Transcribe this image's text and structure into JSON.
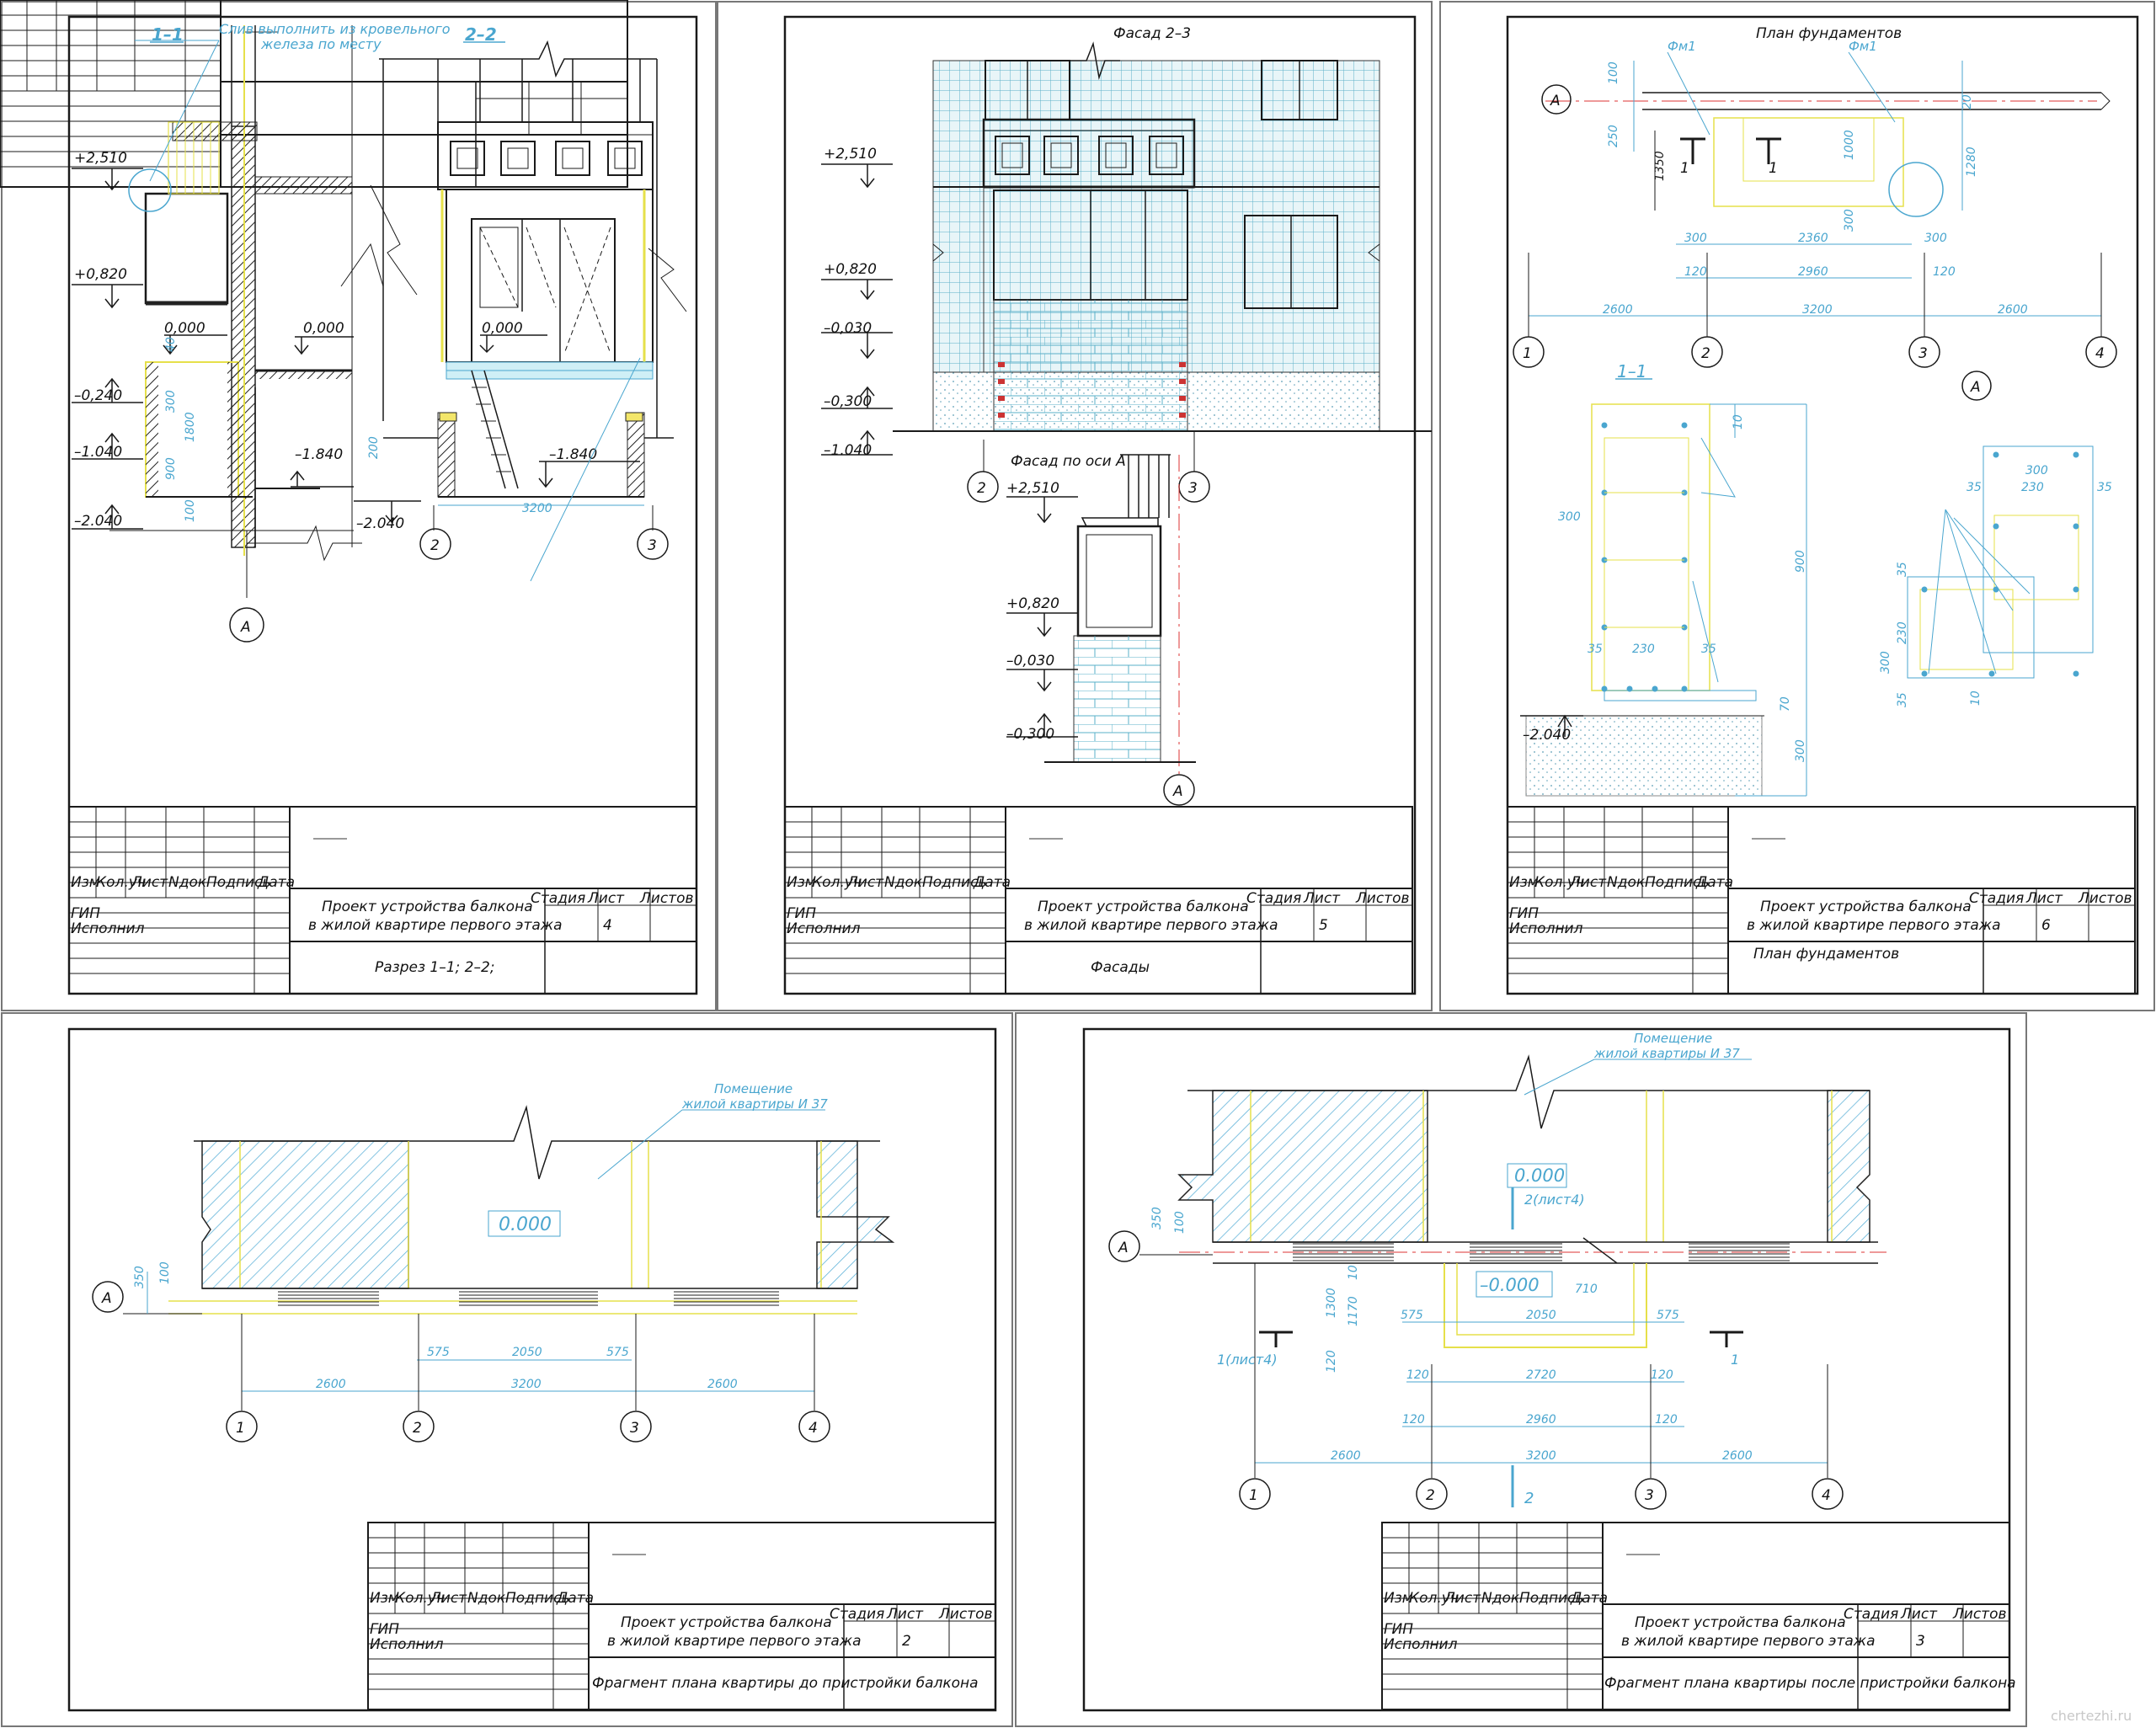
{
  "stamp": {
    "headers": [
      "Изм",
      "Кол.уч",
      "Лист",
      "Nдок",
      "Подпись",
      "Дата"
    ],
    "roles": [
      "ГИП",
      "Исполнил"
    ],
    "project": [
      "Проект устройства балкона",
      "в жилой квартире первого этажа"
    ],
    "col_stage": "Стадия",
    "col_sheet": "Лист",
    "col_sheets": "Листов"
  },
  "sheets": [
    {
      "sheet_no": "4",
      "caption": "Разрез 1–1; 2–2;"
    },
    {
      "sheet_no": "5",
      "caption": "Фасады"
    },
    {
      "sheet_no": "6",
      "caption": "План фундаментов"
    },
    {
      "sheet_no": "2",
      "caption": "Фрагмент плана квартиры до пристройки балкона"
    },
    {
      "sheet_no": "3",
      "caption": "Фрагмент плана квартиры после пристройки балкона"
    }
  ],
  "s4": {
    "sec1": "1–1",
    "sec2": "2–2",
    "note": [
      "Слив выполнить из кровельного",
      "железа по месту"
    ],
    "lv1": [
      "+2,510",
      "+0,820",
      "0,000",
      "–0,240",
      "–1.040",
      "–2.040"
    ],
    "lv2": [
      "0,000",
      "0,000",
      "–1.840",
      "–2.040",
      "–1.840"
    ],
    "dims": [
      "40",
      "300",
      "1800",
      "900",
      "100",
      "200",
      "3200"
    ],
    "ax": [
      "2",
      "3",
      "А"
    ]
  },
  "s5": {
    "title1": "Фасад 2–3",
    "title2": "Фасад по оси А",
    "lv1": [
      "+2,510",
      "+0,820",
      "–0,030",
      "–0,300",
      "–1.040"
    ],
    "lv2": [
      "+2,510",
      "+0,820",
      "–0,030",
      "–0,300"
    ],
    "ax": [
      "2",
      "3",
      "А"
    ]
  },
  "s6": {
    "title": "План фундаментов",
    "fm": [
      "Фм1",
      "Фм1"
    ],
    "dims_top": [
      "100",
      "250",
      "1350",
      "1000",
      "300",
      "1280",
      "20"
    ],
    "dims_row": [
      "300",
      "2360",
      "300",
      "120",
      "2960",
      "120"
    ],
    "dims_axes": [
      "2600",
      "3200",
      "2600"
    ],
    "ax": [
      "1",
      "2",
      "3",
      "4",
      "А",
      "А"
    ],
    "cut": "1–1",
    "cutmarks": [
      "1",
      "1"
    ],
    "sec_dims": [
      "10",
      "300",
      "900",
      "35",
      "230",
      "35",
      "70",
      "300",
      "–2.040"
    ],
    "det_dims": [
      "300",
      "35",
      "230",
      "35",
      "35",
      "230",
      "300",
      "35",
      "10"
    ]
  },
  "s2": {
    "room": [
      "Помещение",
      "жилой квартиры И 37"
    ],
    "lv": "0.000",
    "dims": [
      "350",
      "100",
      "575",
      "2050",
      "575",
      "2600",
      "3200",
      "2600"
    ],
    "ax": [
      "1",
      "2",
      "3",
      "4",
      "А"
    ]
  },
  "s3": {
    "room": [
      "Помещение",
      "жилой квартиры И 37"
    ],
    "lv1": "0.000",
    "lv2": "–0.000",
    "cut2a": "2(лист4)",
    "cut2b": "2",
    "cut1a": "1(лист4)",
    "cut1b": "1",
    "dims": [
      "350",
      "100",
      "1300",
      "1170",
      "10",
      "120",
      "710",
      "575",
      "2050",
      "575",
      "120",
      "2720",
      "120",
      "120",
      "2960",
      "120",
      "2600",
      "3200",
      "2600"
    ],
    "ax": [
      "1",
      "2",
      "3",
      "4",
      "А"
    ]
  },
  "watermark": "chertezhi.ru"
}
